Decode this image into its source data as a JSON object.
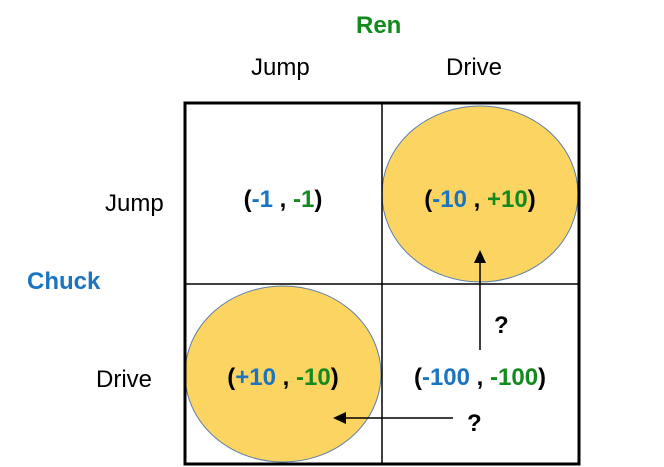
{
  "column_player": {
    "name": "Ren",
    "strategies": [
      "Jump",
      "Drive"
    ]
  },
  "row_player": {
    "name": "Chuck",
    "strategies": [
      "Jump",
      "Drive"
    ]
  },
  "cells": {
    "jump_jump": {
      "open": "(",
      "row": "-1",
      "sep": " , ",
      "col": "-1",
      "close": ")"
    },
    "jump_drive": {
      "open": "(",
      "row": "-10",
      "sep": " , ",
      "col": "+10",
      "close": ")"
    },
    "drive_jump": {
      "open": "(",
      "row": "+10",
      "sep": " , ",
      "col": "-10",
      "close": ")"
    },
    "drive_drive": {
      "open": "(",
      "row": "-100",
      "sep": " , ",
      "col": "-100",
      "close": ")"
    }
  },
  "question_marks": [
    "?",
    "?"
  ],
  "colors": {
    "row_player": "#1a74c0",
    "column_player": "#138a1e",
    "highlight_fill": "#fcd462",
    "highlight_stroke": "#5a7fa8"
  }
}
